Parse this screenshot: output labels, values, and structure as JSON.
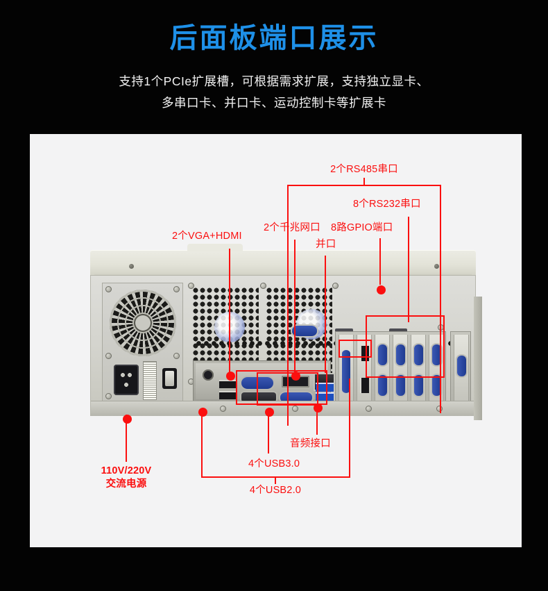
{
  "header": {
    "title": "后面板端口展示",
    "subtitle_line1": "支持1个PCIe扩展槽，可根据需求扩展，支持独立显卡、",
    "subtitle_line2": "多串口卡、并口卡、运动控制卡等扩展卡",
    "title_color": "#1e90e8",
    "subtitle_color": "#f2f2f2",
    "background_color": "#030303"
  },
  "stage": {
    "background_color": "#f3f3f4",
    "annotation_color": "#fb0f0f"
  },
  "annotations": {
    "rs485": "2个RS485串口",
    "rs232": "8个RS232串口",
    "gpio": "8路GPIO端口",
    "lan": "2个千兆网口",
    "parallel": "并口",
    "video": "2个VGA+HDMI",
    "audio": "音频接口",
    "usb30": "4个USB3.0",
    "usb20": "4个USB2.0",
    "power_line1": "110V/220V",
    "power_line2": "交流电源"
  },
  "device": {
    "name": "industrial-rackmount-chassis-rear-panel"
  }
}
